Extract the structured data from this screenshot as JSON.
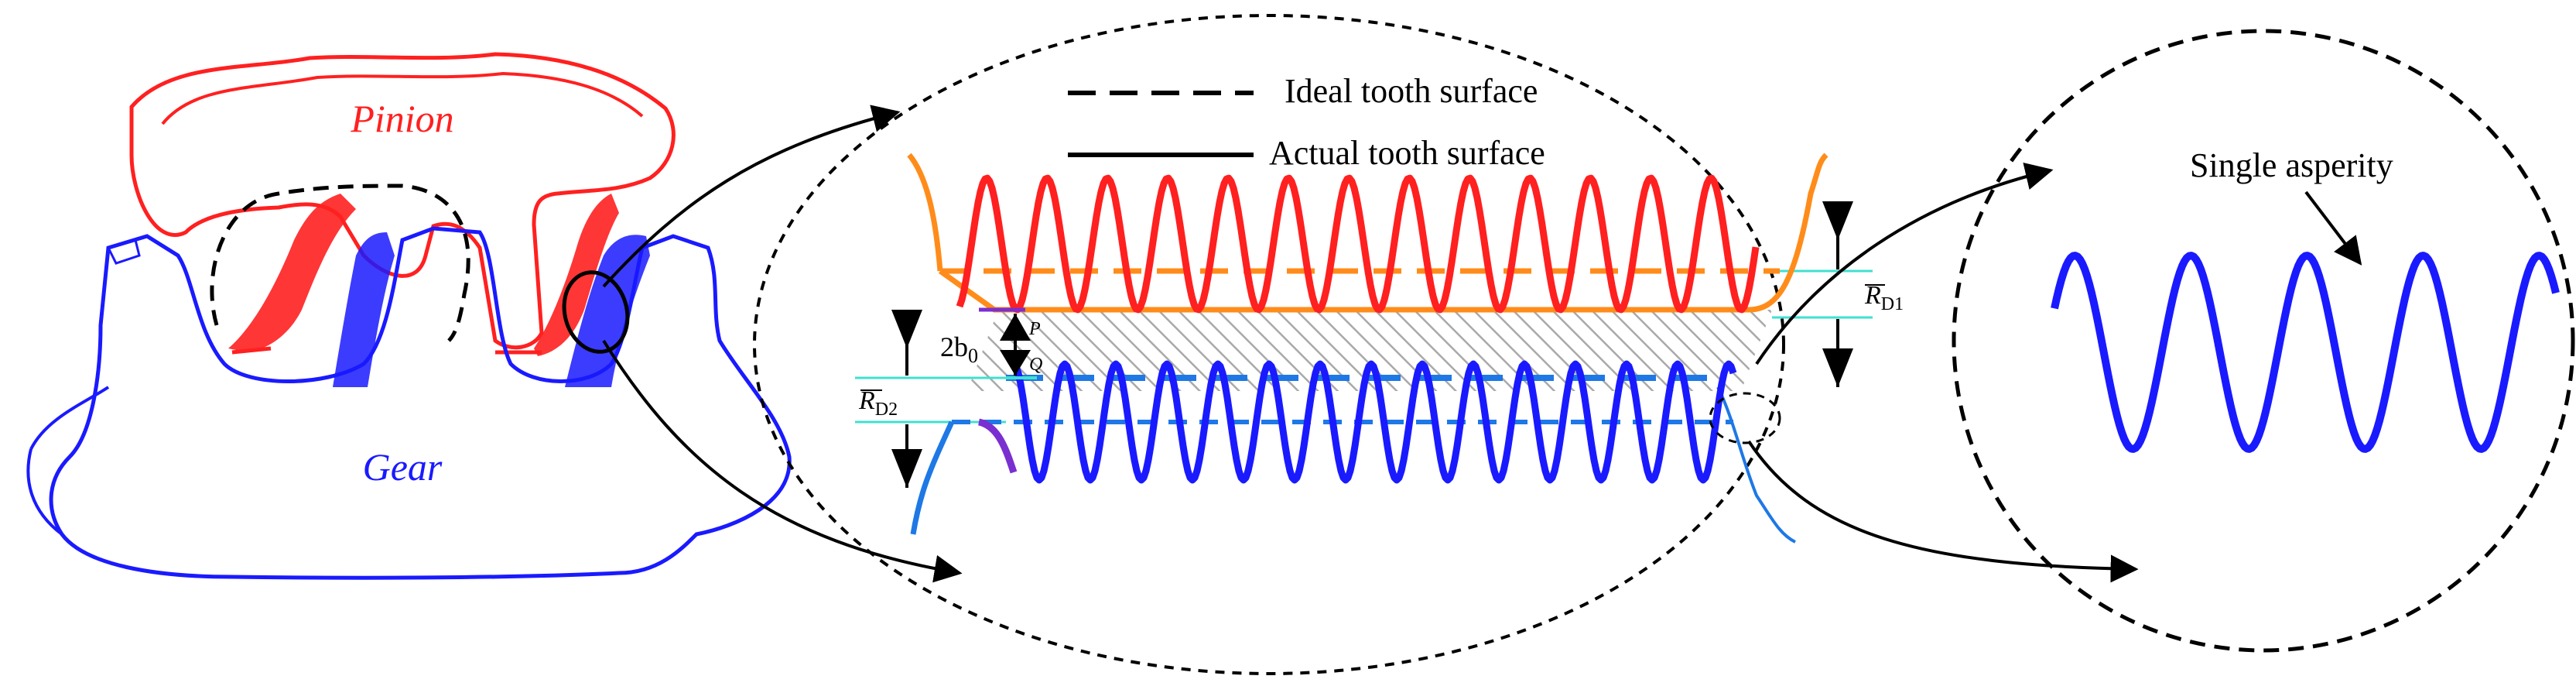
{
  "labels": {
    "pinion": "Pinion",
    "gear": "Gear",
    "legend_ideal": "Ideal tooth surface",
    "legend_actual": "Actual tooth surface",
    "single_asperity": "Single asperity",
    "rd1_main": "R",
    "rd1_sub": "D1",
    "rd2_main": "R",
    "rd2_sub": "D2",
    "b0": "2b",
    "b0_sub": "0",
    "point_p": "P",
    "point_q": "Q"
  },
  "colors": {
    "pinion": "#ff2020",
    "gear": "#1a1aff",
    "orange": "#ff8c1a",
    "blue_mid": "#1e78e6",
    "cyan": "#40e0d0",
    "purple": "#7a2fd0",
    "black": "#000000",
    "hatch": "#a0a0a0"
  }
}
